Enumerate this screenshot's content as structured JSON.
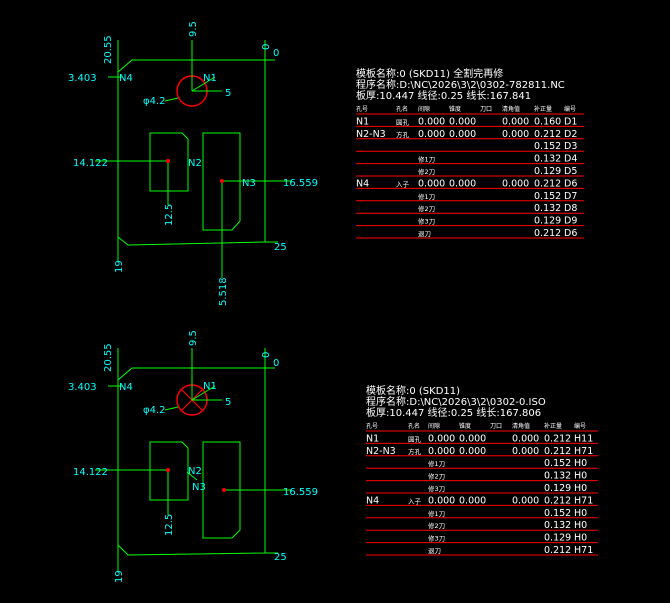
{
  "colors": {
    "outline": "#00ff00",
    "dimension": "#00ffff",
    "hole": "#ff0000",
    "table_rule": "#ff0000",
    "text": "#ffffff",
    "background": "#000000"
  },
  "drawing_top": {
    "dims": {
      "d20_55": "20.55",
      "d9_5": "9.5",
      "d0": "0",
      "d0b": "0",
      "d3_403": "3.403",
      "n4": "N4",
      "n1": "N1",
      "d5": "5",
      "phi": "φ4.2",
      "d14_122": "14.122",
      "n2": "N2",
      "n3": "N3",
      "d16_559": "16.559",
      "d12_5": "12.5",
      "d25": "25",
      "d19": "19",
      "d5_518": "5.518"
    },
    "title": [
      "模板名称:0 (SKD11) 全割完再修",
      "程序名称:D:\\NC\\2026\\3\\2\\0302-782811.NC",
      "板厚:10.447  线径:0.25  线长:167.841"
    ],
    "headers": [
      "孔号",
      "孔名",
      "间隙",
      "锥度",
      "刀口",
      "清角值",
      "补正量",
      "编号"
    ],
    "rows": [
      [
        "N1",
        "圆孔",
        "0.000",
        "0.000",
        "",
        "0.000",
        "0.160",
        "D1"
      ],
      [
        "N2-N3",
        "方孔",
        "0.000",
        "0.000",
        "",
        "0.000",
        "0.212",
        "D2"
      ],
      [
        "",
        "",
        "",
        "",
        "",
        "",
        "0.152",
        "D3"
      ],
      [
        "",
        "",
        "修1刀",
        "",
        "",
        "",
        "0.132",
        "D4"
      ],
      [
        "",
        "",
        "修2刀",
        "",
        "",
        "",
        "0.129",
        "D5"
      ],
      [
        "N4",
        "入子",
        "0.000",
        "0.000",
        "",
        "0.000",
        "0.212",
        "D6"
      ],
      [
        "",
        "",
        "修1刀",
        "",
        "",
        "",
        "0.152",
        "D7"
      ],
      [
        "",
        "",
        "修2刀",
        "",
        "",
        "",
        "0.132",
        "D8"
      ],
      [
        "",
        "",
        "修3刀",
        "",
        "",
        "",
        "0.129",
        "D9"
      ],
      [
        "",
        "",
        "退刀",
        "",
        "",
        "",
        "0.212",
        "D6"
      ]
    ]
  },
  "drawing_bottom": {
    "dims": {
      "d20_55": "20.55",
      "d9_5": "9.5",
      "d0": "0",
      "d0b": "0",
      "d3_403": "3.403",
      "n4": "N4",
      "n1": "N1",
      "d5": "5",
      "phi": "φ4.2",
      "d14_122": "14.122",
      "n2": "N2",
      "n3": "N3",
      "d16_559": "16.559",
      "d12_5": "12.5",
      "d25": "25",
      "d19": "19"
    },
    "title": [
      "模板名称:0 (SKD11)",
      "程序名称:D:\\NC\\2026\\3\\2\\0302-0.ISO",
      "板厚:10.447  线径:0.25  线长:167.806"
    ],
    "headers": [
      "孔号",
      "孔名",
      "间隙",
      "锥度",
      "刀口",
      "清角值",
      "补正量",
      "编号"
    ],
    "rows": [
      [
        "N1",
        "圆孔",
        "0.000",
        "0.000",
        "",
        "0.000",
        "0.212",
        "H11"
      ],
      [
        "N2-N3",
        "方孔",
        "0.000",
        "0.000",
        "",
        "0.000",
        "0.212",
        "H71"
      ],
      [
        "",
        "",
        "修1刀",
        "",
        "",
        "",
        "0.152",
        "H0"
      ],
      [
        "",
        "",
        "修2刀",
        "",
        "",
        "",
        "0.132",
        "H0"
      ],
      [
        "",
        "",
        "修3刀",
        "",
        "",
        "",
        "0.129",
        "H0"
      ],
      [
        "N4",
        "入子",
        "0.000",
        "0.000",
        "",
        "0.000",
        "0.212",
        "H71"
      ],
      [
        "",
        "",
        "修1刀",
        "",
        "",
        "",
        "0.152",
        "H0"
      ],
      [
        "",
        "",
        "修2刀",
        "",
        "",
        "",
        "0.132",
        "H0"
      ],
      [
        "",
        "",
        "修3刀",
        "",
        "",
        "",
        "0.129",
        "H0"
      ],
      [
        "",
        "",
        "退刀",
        "",
        "",
        "",
        "0.212",
        "H71"
      ]
    ]
  }
}
